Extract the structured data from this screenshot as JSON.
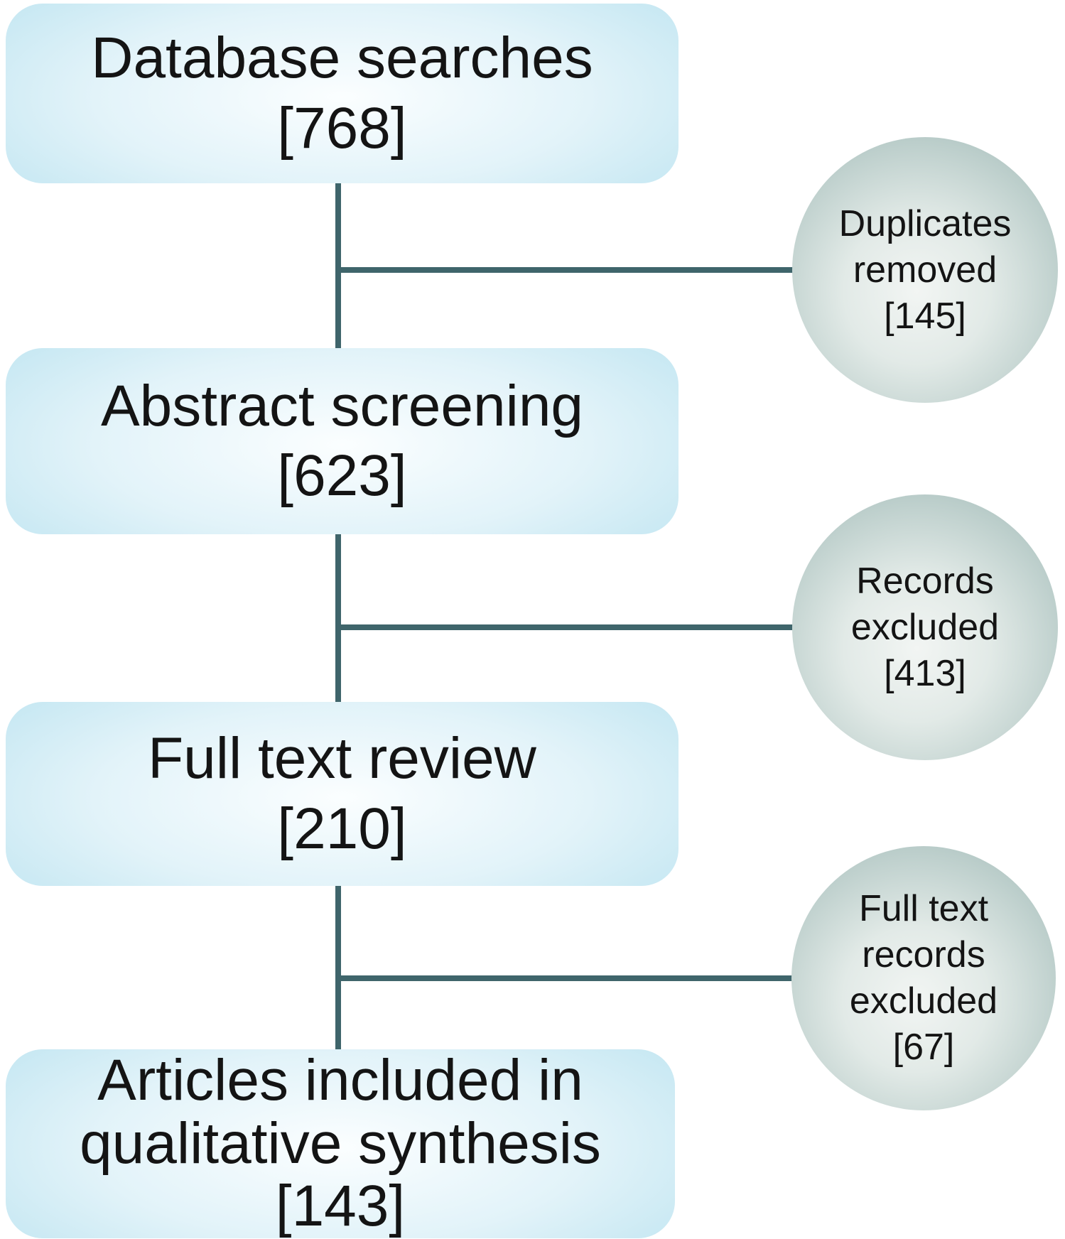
{
  "title": "Literature screening flow diagram",
  "colors": {
    "page_bg": "#ffffff",
    "box_fill_center": "#fbfeff",
    "box_fill_edge": "#7ec8e0",
    "circle_fill_center": "#f2f5f3",
    "circle_fill_edge": "#9db7b4",
    "connector": "#3f656b",
    "text": "#141414"
  },
  "boxes": [
    {
      "line1": "Database searches",
      "count": "[768]"
    },
    {
      "line1": "Abstract screening",
      "count": "[623]"
    },
    {
      "line1": "Full text review",
      "count": "[210]"
    },
    {
      "line1": "Articles included in",
      "line2": "qualitative synthesis",
      "count": "[143]"
    }
  ],
  "circles": [
    {
      "line1": "Duplicates",
      "line2": "removed",
      "count": "[145]"
    },
    {
      "line1": "Records",
      "line2": "excluded",
      "count": "[413]"
    },
    {
      "line1": "Full text",
      "line2": "records",
      "line3": "excluded",
      "count": "[67]"
    }
  ]
}
